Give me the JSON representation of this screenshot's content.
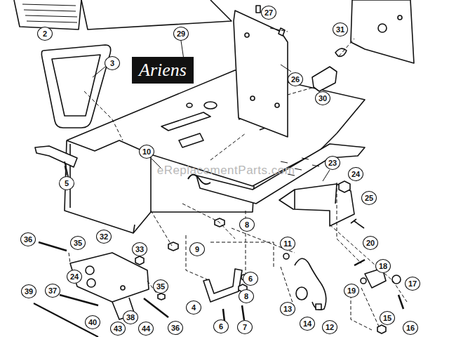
{
  "diagram": {
    "labels": [
      "2",
      "3",
      "29",
      "27",
      "26",
      "31",
      "30",
      "10",
      "5",
      "23",
      "24",
      "25",
      "8",
      "9",
      "36",
      "35",
      "32",
      "33",
      "24",
      "35",
      "11",
      "20",
      "18",
      "6",
      "8",
      "17",
      "19",
      "4",
      "13",
      "14",
      "12",
      "37",
      "39",
      "6",
      "7",
      "36",
      "38",
      "40",
      "43",
      "44",
      "15",
      "16",
      "Ariens",
      "eReplacementParts.com"
    ]
  }
}
